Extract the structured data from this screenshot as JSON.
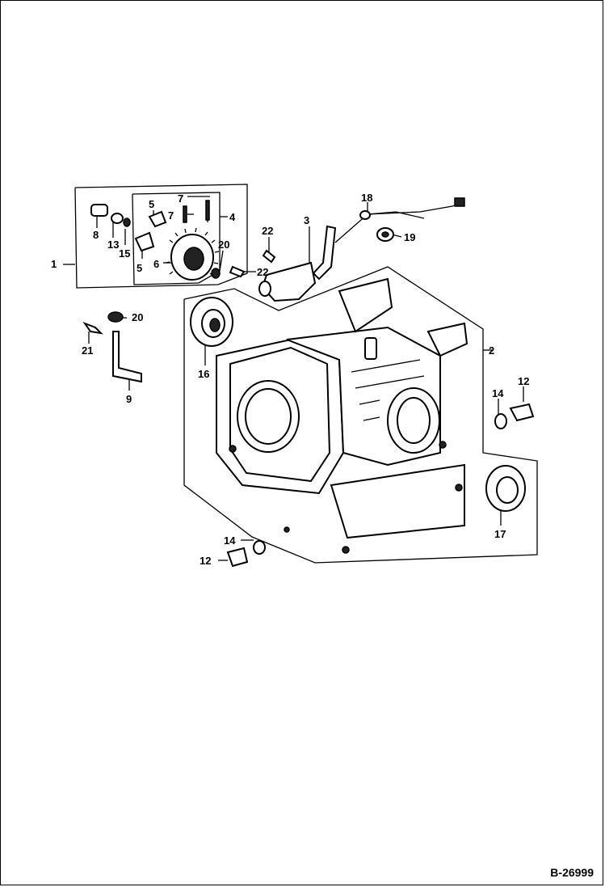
{
  "diagram": {
    "reference_code": "B-26999",
    "callouts": [
      "1",
      "2",
      "3",
      "4",
      "5",
      "5",
      "6",
      "7",
      "7",
      "8",
      "9",
      "12",
      "12",
      "13",
      "14",
      "14",
      "15",
      "16",
      "17",
      "18",
      "19",
      "20",
      "20",
      "21",
      "22",
      "22"
    ]
  },
  "colors": {
    "line": "#000000",
    "background": "#ffffff"
  }
}
